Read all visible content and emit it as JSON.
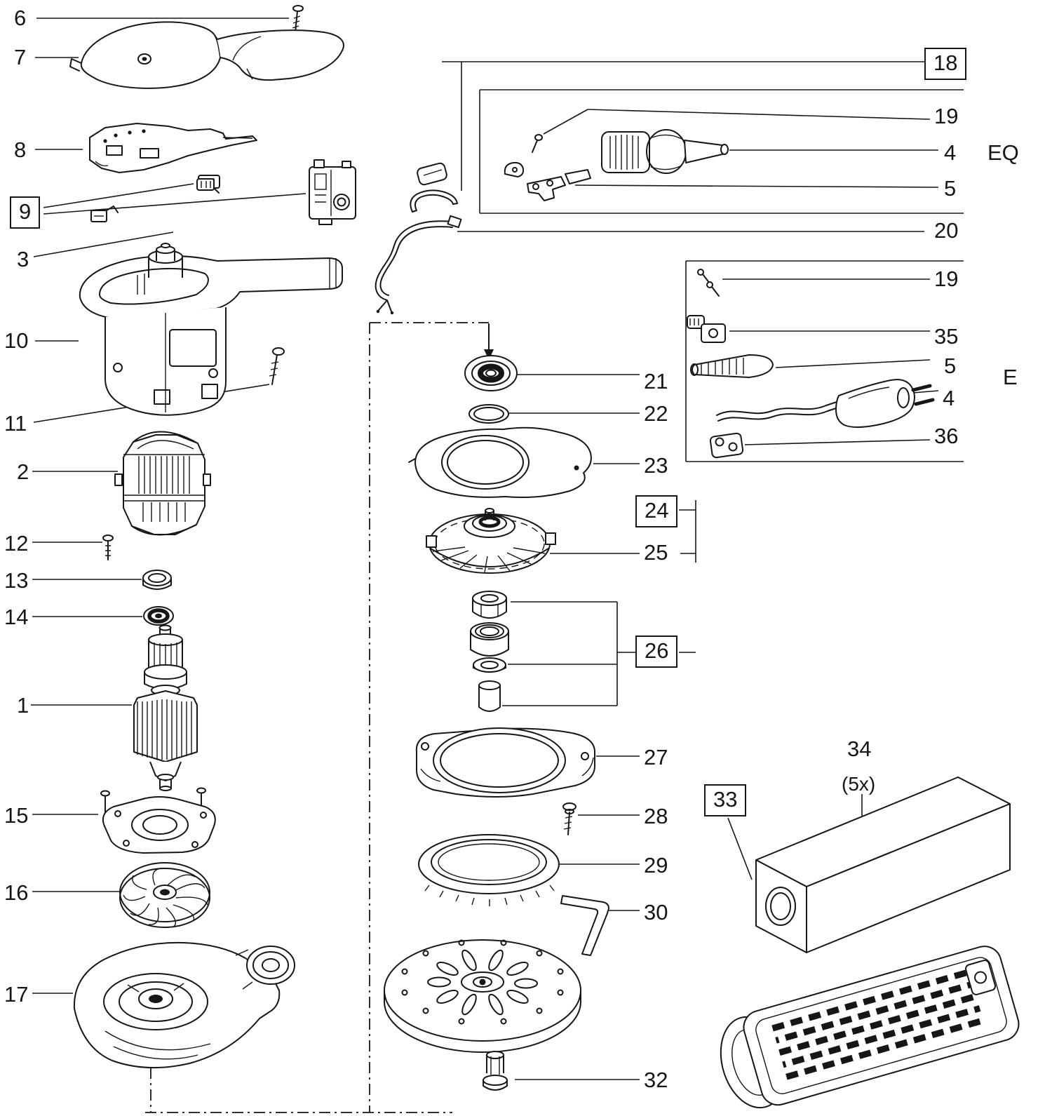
{
  "diagram": {
    "type": "exploded-parts-diagram",
    "background_color": "#ffffff",
    "line_color": "#161616",
    "labels": {
      "n6": {
        "text": "6"
      },
      "n7": {
        "text": "7"
      },
      "n8": {
        "text": "8"
      },
      "n9": {
        "text": "9",
        "boxed": true
      },
      "n3": {
        "text": "3"
      },
      "n10": {
        "text": "10"
      },
      "n11": {
        "text": "11"
      },
      "n2": {
        "text": "2"
      },
      "n12": {
        "text": "12"
      },
      "n13": {
        "text": "13"
      },
      "n14": {
        "text": "14"
      },
      "n1": {
        "text": "1"
      },
      "n15": {
        "text": "15"
      },
      "n16": {
        "text": "16"
      },
      "n17": {
        "text": "17"
      },
      "n21": {
        "text": "21"
      },
      "n22": {
        "text": "22"
      },
      "n23": {
        "text": "23"
      },
      "n24": {
        "text": "24",
        "boxed": true
      },
      "n25": {
        "text": "25"
      },
      "n26": {
        "text": "26",
        "boxed": true
      },
      "n27": {
        "text": "27"
      },
      "n28": {
        "text": "28"
      },
      "n29": {
        "text": "29"
      },
      "n30": {
        "text": "30"
      },
      "n32": {
        "text": "32"
      },
      "n18": {
        "text": "18",
        "boxed": true
      },
      "n19_eq": {
        "text": "19"
      },
      "n4_eq": {
        "text": "4"
      },
      "eq": {
        "text": "EQ"
      },
      "n5_eq": {
        "text": "5"
      },
      "n20": {
        "text": "20"
      },
      "n19_e": {
        "text": "19"
      },
      "n35": {
        "text": "35"
      },
      "n5_e": {
        "text": "5"
      },
      "e": {
        "text": "E"
      },
      "n4_e": {
        "text": "4"
      },
      "n36": {
        "text": "36"
      },
      "n34": {
        "text": "34"
      },
      "n5x": {
        "text": "(5x)"
      },
      "n33": {
        "text": "33",
        "boxed": true
      }
    }
  }
}
